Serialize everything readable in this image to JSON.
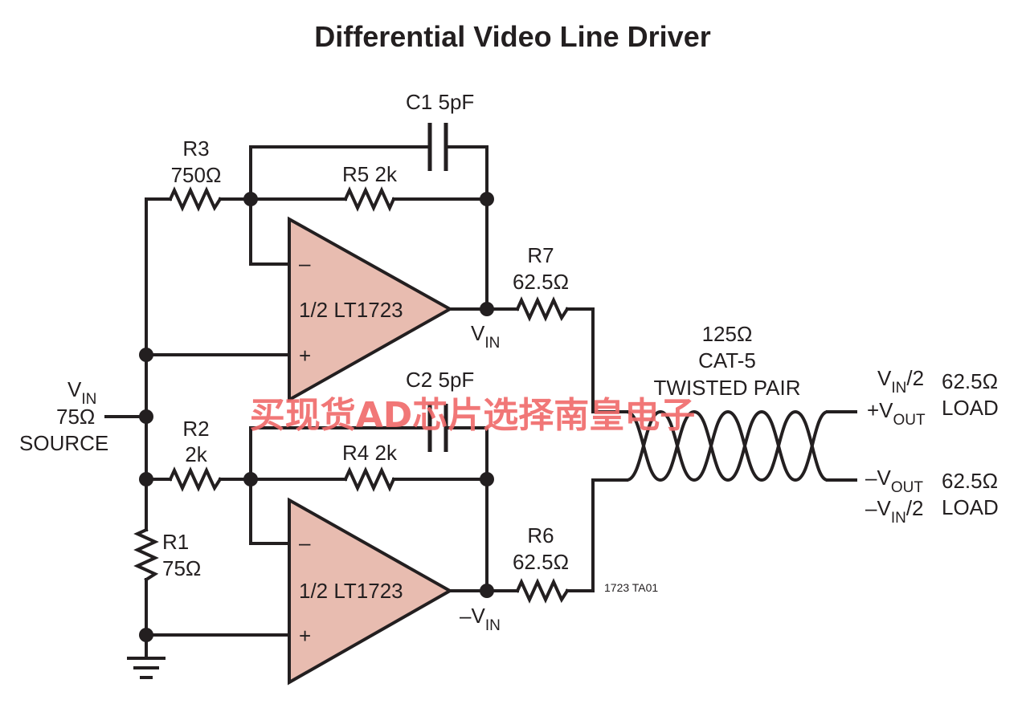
{
  "title": "Differential Video Line Driver",
  "figure_code": "1723 TA01",
  "watermark": "买现货AD芯片选择南皇电子",
  "components": {
    "c1": {
      "name": "C1",
      "value": "5pF"
    },
    "c2": {
      "name": "C2",
      "value": "5pF"
    },
    "r1": {
      "name": "R1",
      "value": "75Ω"
    },
    "r2": {
      "name": "R2",
      "value": "2k"
    },
    "r3": {
      "name": "R3",
      "value": "750Ω"
    },
    "r4": {
      "name": "R4",
      "value": "2k"
    },
    "r5": {
      "name": "R5",
      "value": "2k"
    },
    "r6": {
      "name": "R6",
      "value": "62.5Ω"
    },
    "r7": {
      "name": "R7",
      "value": "62.5Ω"
    }
  },
  "opamps": {
    "top": {
      "label": "1/2 LT1723",
      "minus": "–",
      "plus": "+"
    },
    "bottom": {
      "label": "1/2 LT1723",
      "minus": "–",
      "plus": "+"
    }
  },
  "source": {
    "v": "V",
    "sub": "IN",
    "impedance": "75Ω",
    "label": "SOURCE"
  },
  "node_top_out": {
    "v": "V",
    "sub": "IN"
  },
  "node_bottom_out": {
    "v": "–V",
    "sub": "IN"
  },
  "cable": {
    "impedance": "125Ω",
    "type": "CAT-5",
    "desc": "TWISTED PAIR"
  },
  "out_pos": {
    "v_top": "V",
    "v_top_sub": "IN",
    "v_top_suffix": "/2",
    "v": "+V",
    "sub": "OUT",
    "load_value": "62.5Ω",
    "load_label": "LOAD"
  },
  "out_neg": {
    "v": "–V",
    "sub": "OUT",
    "v_bot": "–V",
    "v_bot_sub": "IN",
    "v_bot_suffix": "/2",
    "load_value": "62.5Ω",
    "load_label": "LOAD"
  }
}
